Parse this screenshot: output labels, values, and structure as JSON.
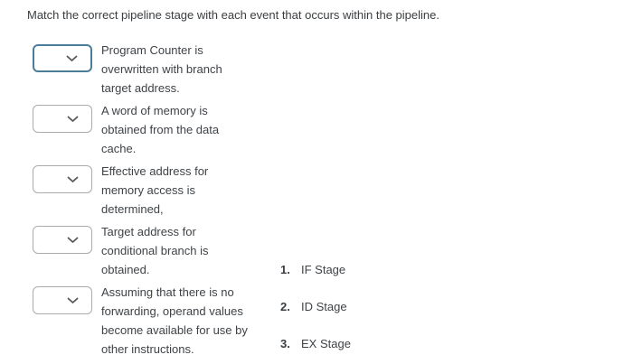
{
  "title": "Match the correct pipeline stage with each event that occurs within the pipeline.",
  "colors": {
    "background": "#ffffff",
    "text": "#3f4347",
    "dropdown_border": "#ababab",
    "dropdown_border_focused": "#4a7e98",
    "chevron": "#565a5c"
  },
  "matching": {
    "events": [
      {
        "text": "Program Counter is overwritten with branch target address.",
        "lines": [
          "Program Counter is",
          "overwritten with branch",
          "target address."
        ],
        "selected_value": "",
        "focused": true
      },
      {
        "text": "A word of memory is obtained from the data cache.",
        "lines": [
          "A word of memory is",
          "obtained from the data",
          "cache."
        ],
        "selected_value": "",
        "focused": false
      },
      {
        "text": "Effective address for memory access is determined,",
        "lines": [
          "Effective address for",
          "memory access is",
          "determined,"
        ],
        "selected_value": "",
        "focused": false
      },
      {
        "text": "Target address for conditional branch is obtained.",
        "lines": [
          "Target address for",
          "conditional branch is",
          "obtained."
        ],
        "selected_value": "",
        "focused": false
      },
      {
        "text": "Assuming that there is no forwarding, operand values become available for use by other instructions.",
        "lines": [
          "Assuming that there is no",
          "forwarding, operand values",
          "become available for use by",
          "other instructions."
        ],
        "selected_value": "",
        "focused": false
      }
    ],
    "stages": [
      {
        "number": "1.",
        "label": "IF Stage"
      },
      {
        "number": "2.",
        "label": "ID Stage"
      },
      {
        "number": "3.",
        "label": "EX Stage"
      }
    ]
  }
}
